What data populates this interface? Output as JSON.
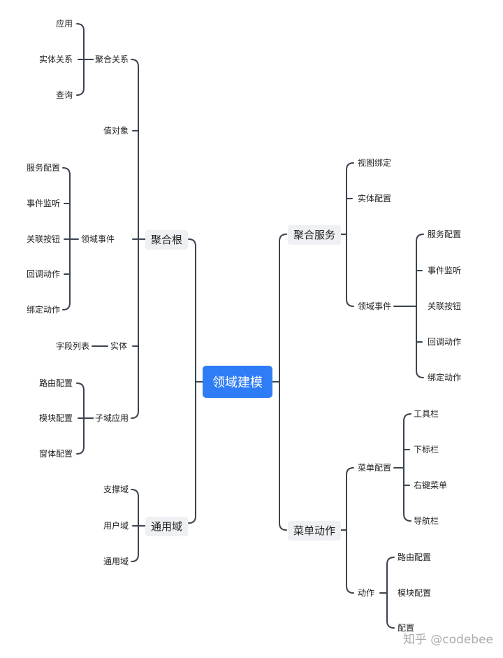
{
  "root": "领域建模",
  "left": {
    "aggregate_root": {
      "label": "聚合根",
      "aggregate_relation": {
        "label": "聚合关系",
        "children": [
          "应用",
          "实体关系",
          "查询"
        ]
      },
      "value_object": "值对象",
      "domain_event": {
        "label": "领域事件",
        "children": [
          "服务配置",
          "事件监听",
          "关联按钮",
          "回调动作",
          "绑定动作"
        ]
      },
      "entity": {
        "label": "实体",
        "children": [
          "字段列表"
        ]
      },
      "subdomain_app": {
        "label": "子域应用",
        "children": [
          "路由配置",
          "模块配置",
          "窗体配置"
        ]
      }
    },
    "common_domain": {
      "label": "通用域",
      "children": [
        "支撑域",
        "用户域",
        "通用域"
      ]
    }
  },
  "right": {
    "aggregate_service": {
      "label": "聚合服务",
      "view_binding": "视图绑定",
      "entity_config": "实体配置",
      "domain_event": {
        "label": "领域事件",
        "children": [
          "服务配置",
          "事件监听",
          "关联按钮",
          "回调动作",
          "绑定动作"
        ]
      }
    },
    "menu_action": {
      "label": "菜单动作",
      "menu_config": {
        "label": "菜单配置",
        "children": [
          "工具栏",
          "下标栏",
          "右键菜单",
          "导航栏"
        ]
      },
      "action": {
        "label": "动作",
        "children": [
          "路由配置",
          "模块配置",
          "配置"
        ]
      }
    }
  },
  "watermark": "知乎 @codebee",
  "colors": {
    "root_bg": "#2f7df6",
    "line": "#3b4450",
    "node_bg": "#eef0f3"
  }
}
